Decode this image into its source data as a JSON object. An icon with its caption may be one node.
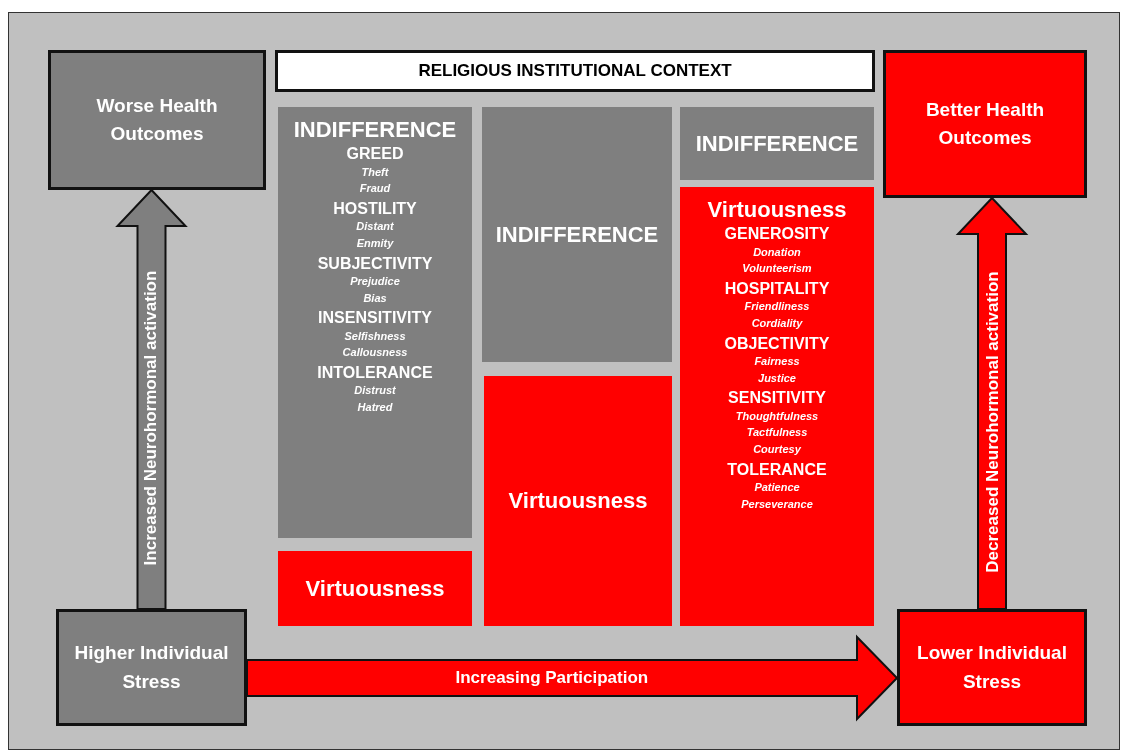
{
  "diagram": {
    "nodes": [
      {
        "text": [
          "Worse Health Outcomes"
        ]
      },
      {
        "text": [
          "RELIGIOUS INSTITUTIONAL CONTEXT"
        ]
      },
      {
        "text": [
          "Better Health Outcomes"
        ]
      },
      {
        "text": [
          "INDIFFERENCE",
          "GREED",
          "Theft",
          "Fraud",
          "HOSTILITY",
          "Distant",
          "Enmity",
          "SUBJECTIVITY",
          "Prejudice",
          "Bias",
          "INSENSITIVITY",
          "Selfishness",
          "Callousness",
          "INTOLERANCE",
          "Distrust",
          "Hatred"
        ]
      },
      {
        "text": [
          "Virtuousness"
        ]
      },
      {
        "text": [
          "INDIFFERENCE"
        ]
      },
      {
        "text": [
          "Virtuousness"
        ]
      },
      {
        "text": [
          "INDIFFERENCE"
        ]
      },
      {
        "text": [
          "Virtuousness",
          "GENEROSITY",
          "Donation",
          "Volunteerism",
          "HOSPITALITY",
          "Friendliness",
          "Cordiality",
          "OBJECTIVITY",
          "Fairness",
          "Justice",
          "SENSITIVITY",
          "Thoughtfulness",
          "Tactfulness",
          "Courtesy",
          "TOLERANCE",
          "Patience",
          "Perseverance"
        ]
      },
      {
        "text": [
          "Higher Individual Stress"
        ]
      },
      {
        "text": [
          "Lower Individual Stress"
        ]
      }
    ],
    "edges": [
      {
        "from": 9,
        "to": 0,
        "arrow": "to",
        "label": "Increased Neurohormonal activation",
        "color": "#7f7f7f"
      },
      {
        "from": 9,
        "to": 10,
        "arrow": "to",
        "label": "Increasing Participation"
      },
      {
        "from": 10,
        "to": 2,
        "arrow": "to",
        "label": "Decreased Neurohormonal activation"
      }
    ]
  }
}
